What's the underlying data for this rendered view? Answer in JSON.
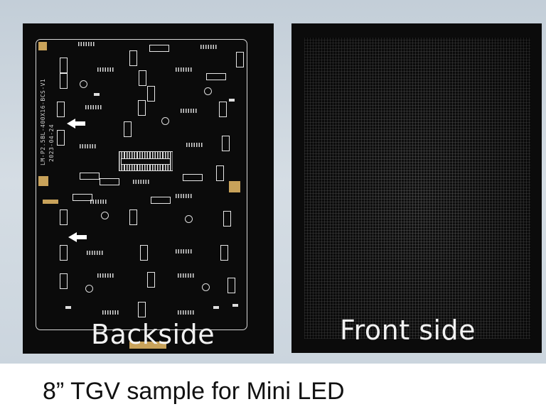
{
  "photo": {
    "backside_label": "Backside",
    "front_label": "Front side",
    "board_text": "LM-P2.5BL-400X16-BCS-V1",
    "board_date": "2023-04-24"
  },
  "caption": "8”  TGV sample for Mini LED",
  "colors": {
    "board": "#0b0b0b",
    "silkscreen": "#e6e6e6",
    "gold_pad": "#c8a25a",
    "background": "#ffffff",
    "caption_text": "#111111"
  }
}
